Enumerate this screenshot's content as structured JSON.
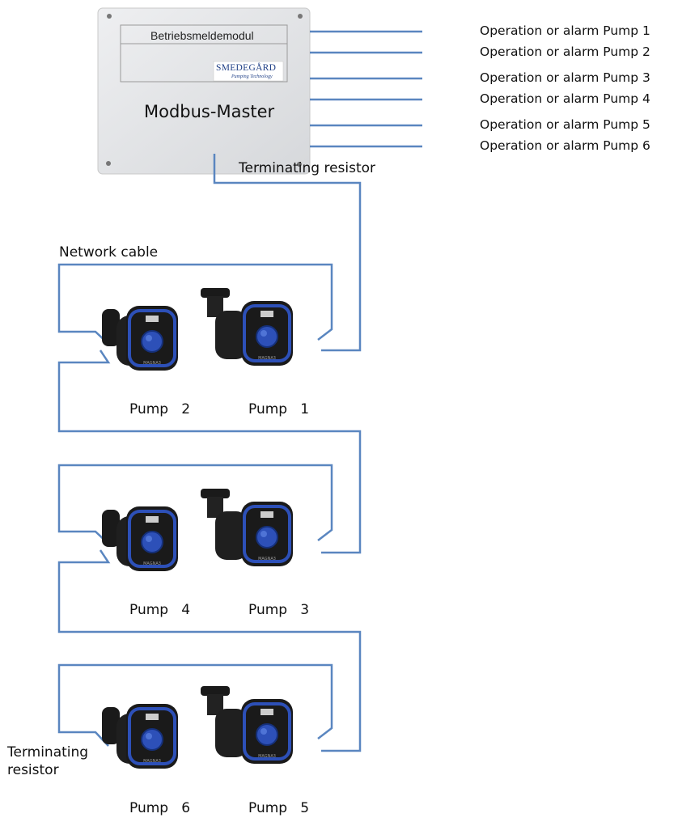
{
  "module": {
    "panel_label": "Betriebsmeldemodul",
    "logo_brand": "SMEDEGÅRD",
    "logo_sub": "Pumping Technology",
    "title": "Modbus-Master"
  },
  "outputs": [
    "Operation or alarm Pump 1",
    "Operation or alarm Pump 2",
    "Operation or alarm Pump 3",
    "Operation or alarm Pump 4",
    "Operation or alarm Pump 5",
    "Operation or alarm Pump 6"
  ],
  "labels": {
    "terminating_top": "Terminating resistor",
    "network_cable": "Network cable",
    "terminating_bottom_1": "Terminating",
    "terminating_bottom_2": "resistor"
  },
  "pump_display": "MAGNA3",
  "pumps": [
    {
      "left": "Pump   2",
      "right": "Pump   1"
    },
    {
      "left": "Pump   4",
      "right": "Pump   3"
    },
    {
      "left": "Pump   6",
      "right": "Pump   5"
    }
  ],
  "colors": {
    "wire": "#5a86c0",
    "pump_blue": "#2d50b8",
    "pump_black": "#1a1a1a",
    "box_gray": "#e3e4e6"
  }
}
